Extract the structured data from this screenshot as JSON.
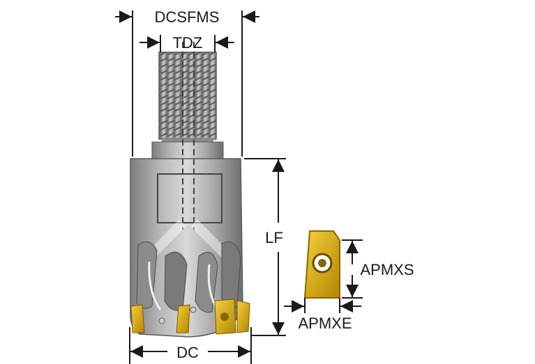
{
  "labels": {
    "dcsfms": "DCSFMS",
    "tdz": "TDZ",
    "lf": "LF",
    "dc": "DC",
    "apmxs": "APMXS",
    "apmxe": "APMXE"
  },
  "colors": {
    "background": "#ffffff",
    "line": "#1a1a1a",
    "steel_light": "#c9c9c9",
    "steel_mid": "#9a9a9a",
    "steel_dark": "#5f5f5f",
    "insert_gold": "#e8b400",
    "insert_gold_dark": "#a87d00"
  }
}
